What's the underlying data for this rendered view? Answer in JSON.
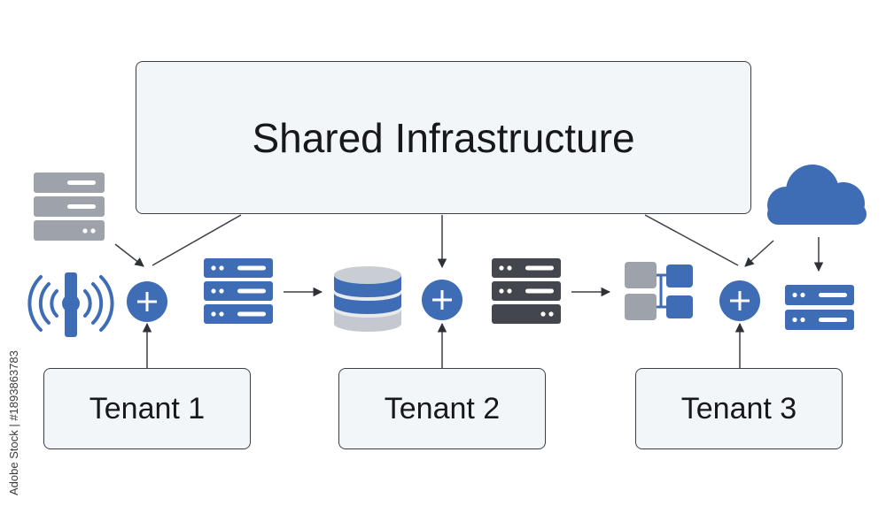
{
  "title": "Shared Infrastructure",
  "tenants": [
    "Tenant 1",
    "Tenant 2",
    "Tenant 3"
  ],
  "credit": "Adobe Stock | #1893863783",
  "icons": [
    "server-rack-icon",
    "wireless-antenna-icon",
    "add-icon",
    "database-icon",
    "hierarchy-icon",
    "cloud-icon"
  ],
  "colors": {
    "blue": "#3f6db5",
    "gray": "#9ea3ab",
    "dark": "#43474d",
    "box_fill": "#f3f6f9",
    "line": "#3b3f45"
  }
}
